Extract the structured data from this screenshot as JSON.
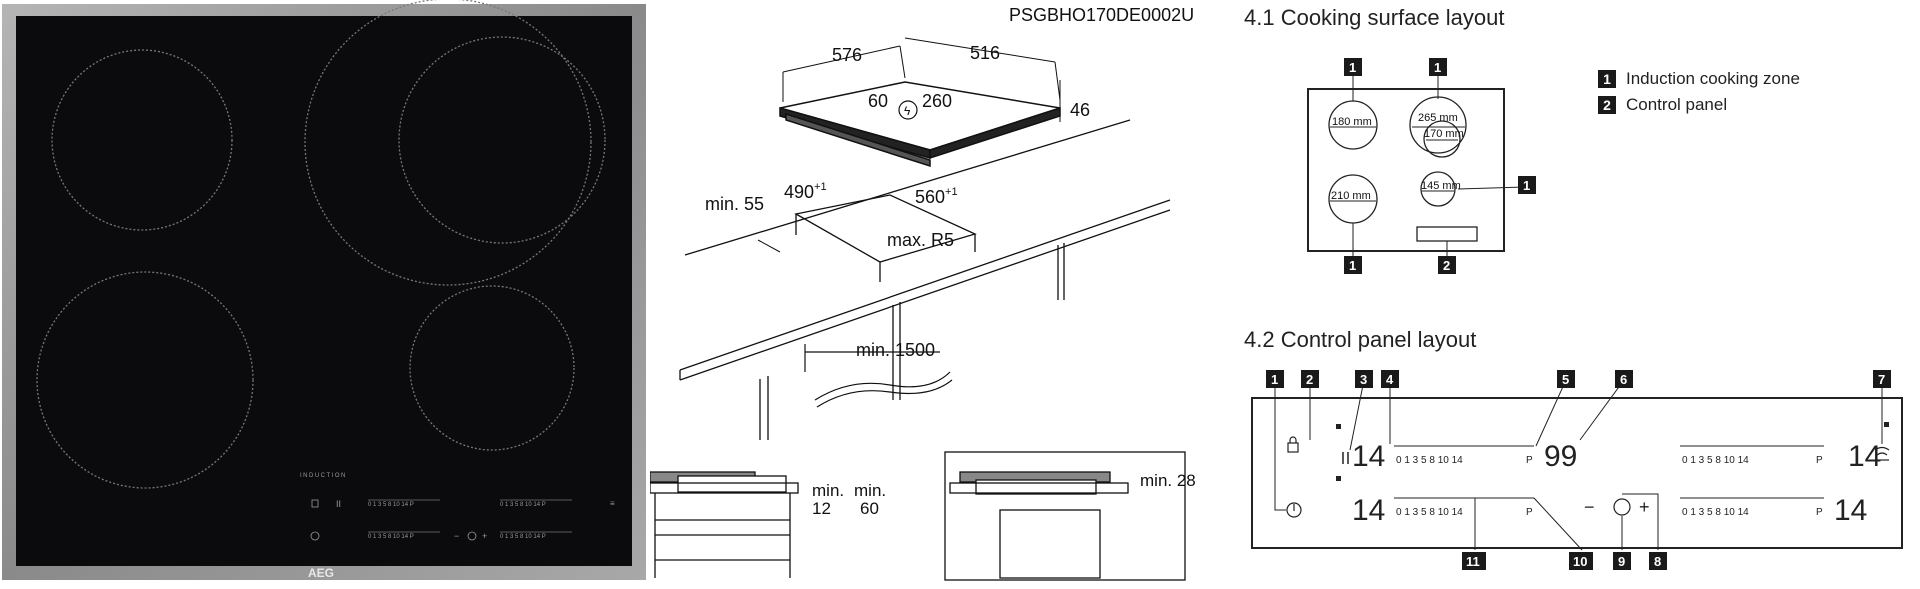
{
  "hob": {
    "induction_label": "INDUCTION",
    "brand": "AEG",
    "scale_text": "0 1 3 5  8 10    14 P",
    "symbols": {
      "lock": "lock-icon",
      "pause": "pause-icon",
      "power": "power-icon",
      "minus": "−",
      "timer": "timer-icon",
      "plus": "+"
    }
  },
  "diagram": {
    "model": "PSGBHO170DE0002U",
    "width": "576",
    "depth": "516",
    "height": "46",
    "cable_offset": "60",
    "cable_length": "260",
    "cutout_width": "490",
    "cutout_width_tol": "+1",
    "cutout_depth": "560",
    "cutout_depth_tol": "+1",
    "min_edge": "min. 55",
    "radius": "max. R5",
    "cable_min": "min. 1500",
    "min_label_a": "min.",
    "min_12": "12",
    "min_label_b": "min.",
    "min_60": "60",
    "min_28": "min. 28"
  },
  "cooking": {
    "title": "4.1 Cooking surface layout",
    "zones": [
      "180 mm",
      "265 mm",
      "170 mm",
      "210 mm",
      "145 mm"
    ],
    "badges": [
      "1",
      "1",
      "1",
      "1",
      "2"
    ],
    "legend": [
      {
        "num": "1",
        "text": "Induction cooking zone"
      },
      {
        "num": "2",
        "text": "Control panel"
      }
    ]
  },
  "panel": {
    "title": "4.2 Control panel layout",
    "callouts_top": [
      "1",
      "2",
      "3",
      "4",
      "5",
      "6",
      "7"
    ],
    "callouts_bottom": [
      "11",
      "10",
      "9",
      "8"
    ],
    "digit_14": "14",
    "digit_99": "99",
    "scale_nums": "0  1  3   5    8  10       14",
    "p": "P",
    "minus": "−",
    "plus": "+"
  },
  "colors": {
    "glass": "#0b0b0e",
    "frame": "#8f8f8f",
    "badge": "#1a1a1a"
  }
}
